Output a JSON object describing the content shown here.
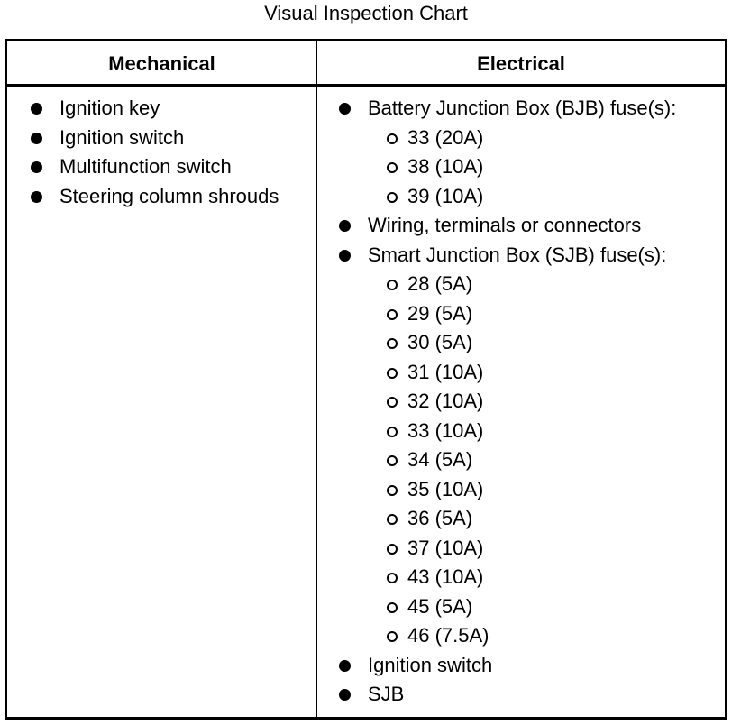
{
  "title": "Visual Inspection Chart",
  "mechanical": {
    "header": "Mechanical",
    "items": [
      "Ignition key",
      "Ignition switch",
      "Multifunction switch",
      "Steering column shrouds"
    ]
  },
  "electrical": {
    "header": "Electrical",
    "items": [
      {
        "text": "Battery Junction Box (BJB) fuse(s):",
        "level": 1
      },
      {
        "text": "33 (20A)",
        "level": 2
      },
      {
        "text": "38 (10A)",
        "level": 2
      },
      {
        "text": "39 (10A)",
        "level": 2
      },
      {
        "text": "Wiring, terminals or connectors",
        "level": 1
      },
      {
        "text": "Smart Junction Box (SJB) fuse(s):",
        "level": 1
      },
      {
        "text": "28 (5A)",
        "level": 2
      },
      {
        "text": "29 (5A)",
        "level": 2
      },
      {
        "text": "30 (5A)",
        "level": 2
      },
      {
        "text": "31 (10A)",
        "level": 2
      },
      {
        "text": "32 (10A)",
        "level": 2
      },
      {
        "text": "33 (10A)",
        "level": 2
      },
      {
        "text": "34 (5A)",
        "level": 2
      },
      {
        "text": "35 (10A)",
        "level": 2
      },
      {
        "text": "36 (5A)",
        "level": 2
      },
      {
        "text": "37 (10A)",
        "level": 2
      },
      {
        "text": "43 (10A)",
        "level": 2
      },
      {
        "text": "45 (5A)",
        "level": 2
      },
      {
        "text": "46 (7.5A)",
        "level": 2
      },
      {
        "text": "Ignition switch",
        "level": 1
      },
      {
        "text": "SJB",
        "level": 1
      }
    ]
  }
}
